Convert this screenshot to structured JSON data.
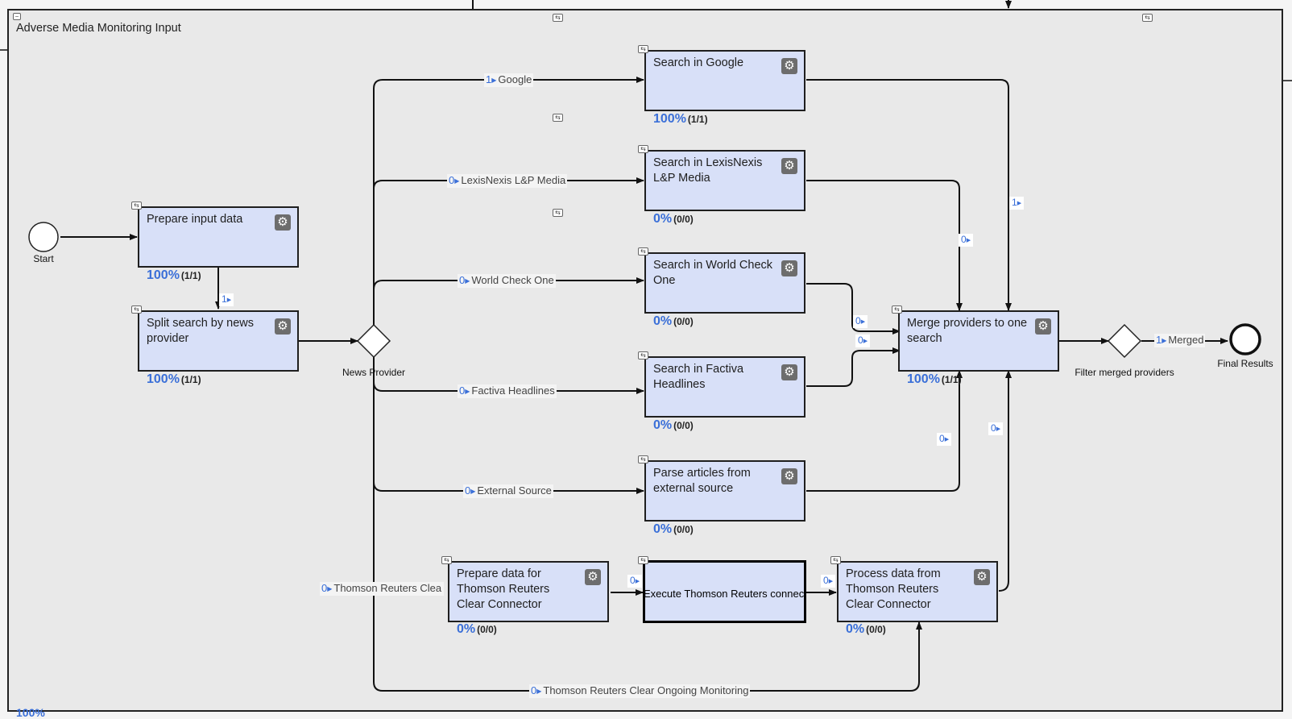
{
  "pool": {
    "title": "Adverse Media Monitoring Input",
    "collapse_icon": "minus-square-icon",
    "bottom_stat": "100%"
  },
  "events": {
    "start": "Start",
    "end": "Final Results"
  },
  "gateways": {
    "split": "News Provider",
    "filter": "Filter merged providers"
  },
  "tasks": {
    "prepare_input": {
      "label": "Prepare input data",
      "pct": "100%",
      "count": "(1/1)"
    },
    "split_search": {
      "label": "Split search by news provider",
      "pct": "100%",
      "count": "(1/1)"
    },
    "google": {
      "label": "Search in Google",
      "pct": "100%",
      "count": "(1/1)"
    },
    "lexis": {
      "label": "Search in LexisNexis L&P Media",
      "pct": "0%",
      "count": "(0/0)"
    },
    "worldcheck": {
      "label": "Search in World Check One",
      "pct": "0%",
      "count": "(0/0)"
    },
    "factiva": {
      "label": "Search in Factiva Headlines",
      "pct": "0%",
      "count": "(0/0)"
    },
    "parse_external": {
      "label": "Parse articles from external source",
      "pct": "0%",
      "count": "(0/0)"
    },
    "prep_thomson": {
      "label": "Prepare data for Thomson Reuters Clear Connector",
      "pct": "0%",
      "count": "(0/0)"
    },
    "exec_thomson": {
      "label": "Execute Thomson Reuters connector"
    },
    "process_thomson": {
      "label": "Process data from Thomson Reuters Clear Connector",
      "pct": "0%",
      "count": "(0/0)"
    },
    "merge": {
      "label": "Merge providers to one search",
      "pct": "100%",
      "count": "(1/1)"
    }
  },
  "edge_labels": {
    "google": {
      "count": "1",
      "text": "Google"
    },
    "lexis": {
      "count": "0",
      "text": "LexisNexis L&P Media"
    },
    "worldcheck": {
      "count": "0",
      "text": "World Check One"
    },
    "factiva": {
      "count": "0",
      "text": "Factiva Headlines"
    },
    "external": {
      "count": "0",
      "text": "External Source"
    },
    "thomson_clear": {
      "count": "0",
      "text": "Thomson Reuters Clea"
    },
    "thomson_ongoing": {
      "count": "0",
      "text": "Thomson Reuters Clear Ongoing Monitoring"
    },
    "merged": {
      "count": "1",
      "text": "Merged"
    }
  },
  "edge_badges": {
    "split_flow": "1",
    "google_merge": "1",
    "lexis_merge": "0",
    "worldcheck_merge": "0",
    "factiva_merge": "0",
    "external_merge": "0",
    "process_merge": "0",
    "prep_exec": "0",
    "exec_process": "0"
  },
  "icons": {
    "gear": "gear-icon",
    "marker": "expand-marker-icon",
    "arrow": "triangle-right-icon"
  }
}
